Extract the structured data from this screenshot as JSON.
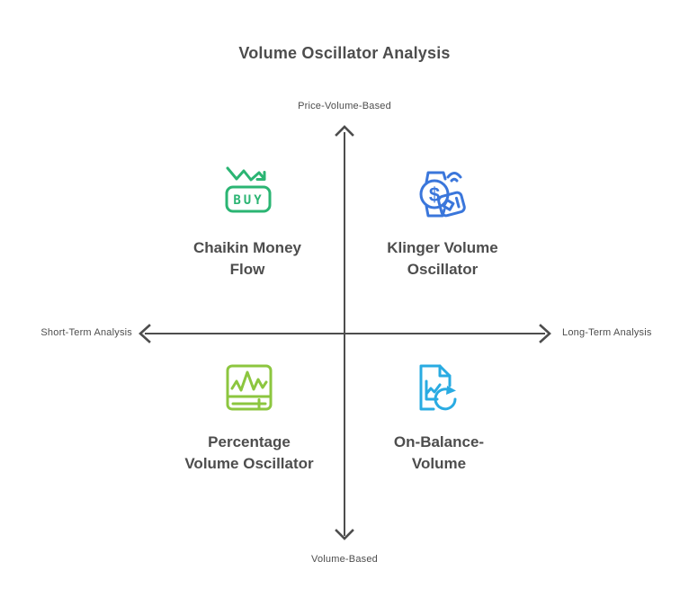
{
  "title": "Volume Oscillator Analysis",
  "colors": {
    "text": "#4d4d4d",
    "axis": "#4d4d4d",
    "green": "#2bb573",
    "blue": "#3a76db",
    "lime": "#8cc63f",
    "cyan": "#29abe2"
  },
  "axes": {
    "vertical_top_label": "Price-Volume-Based",
    "vertical_bottom_label": "Volume-Based",
    "horizontal_left_label": "Short-Term Analysis",
    "horizontal_right_label": "Long-Term Analysis"
  },
  "quadrants": [
    {
      "position": "top-left",
      "label": "Chaikin Money\nFlow",
      "icon": "trend-down-buy-icon",
      "icon_text": "BUY",
      "color": "#2bb573"
    },
    {
      "position": "top-right",
      "label": "Klinger Volume\nOscillator",
      "icon": "smartwatch-payment-icon",
      "icon_text": "$",
      "color": "#3a76db"
    },
    {
      "position": "bottom-left",
      "label": "Percentage\nVolume Oscillator",
      "icon": "oscilloscope-wave-icon",
      "color": "#8cc63f"
    },
    {
      "position": "bottom-right",
      "label": "On-Balance-\nVolume",
      "icon": "document-refresh-icon",
      "color": "#29abe2"
    }
  ]
}
